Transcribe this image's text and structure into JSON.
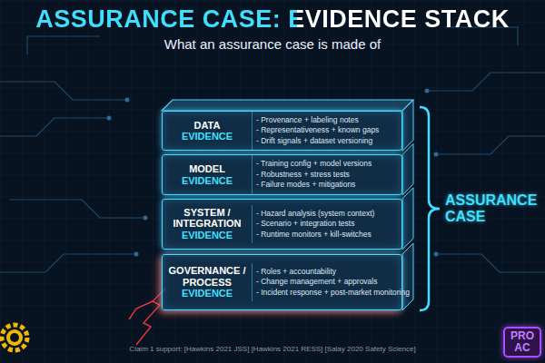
{
  "diagram": {
    "title": "ASSURANCE CASE: EVIDENCE STACK",
    "caption": "Claim 1 support: [Hawkins 2021 JSS] [Hawkins 2021 RESS] [Salay 2020 Safety Science]",
    "nodes": [
      {
        "text": [
          "DATA",
          "EVIDENCE",
          "- Provenance + labeling notes",
          "- Representativeness + known gaps",
          "- Drift signals + dataset versioning"
        ]
      },
      {
        "text": [
          "MODEL",
          "EVIDENCE",
          "- Training config + model versions",
          "- Robustness + stress tests",
          "- Failure modes + mitigations"
        ]
      },
      {
        "text": [
          "SYSTEM / INTEGRATION",
          "EVIDENCE",
          "- Hazard analysis (system context)",
          "- Scenario + integration tests",
          "- Runtime monitors + kill-switches"
        ]
      },
      {
        "text": [
          "GOVERNANCE / PROCESS",
          "EVIDENCE",
          "- Roles + accountability",
          "- Change management + approvals",
          "- Incident response + post-market monitoring"
        ]
      }
    ],
    "labels": [
      "What an assurance case is made of",
      "ASSURANCE CASE",
      "PRO",
      "AC"
    ]
  }
}
